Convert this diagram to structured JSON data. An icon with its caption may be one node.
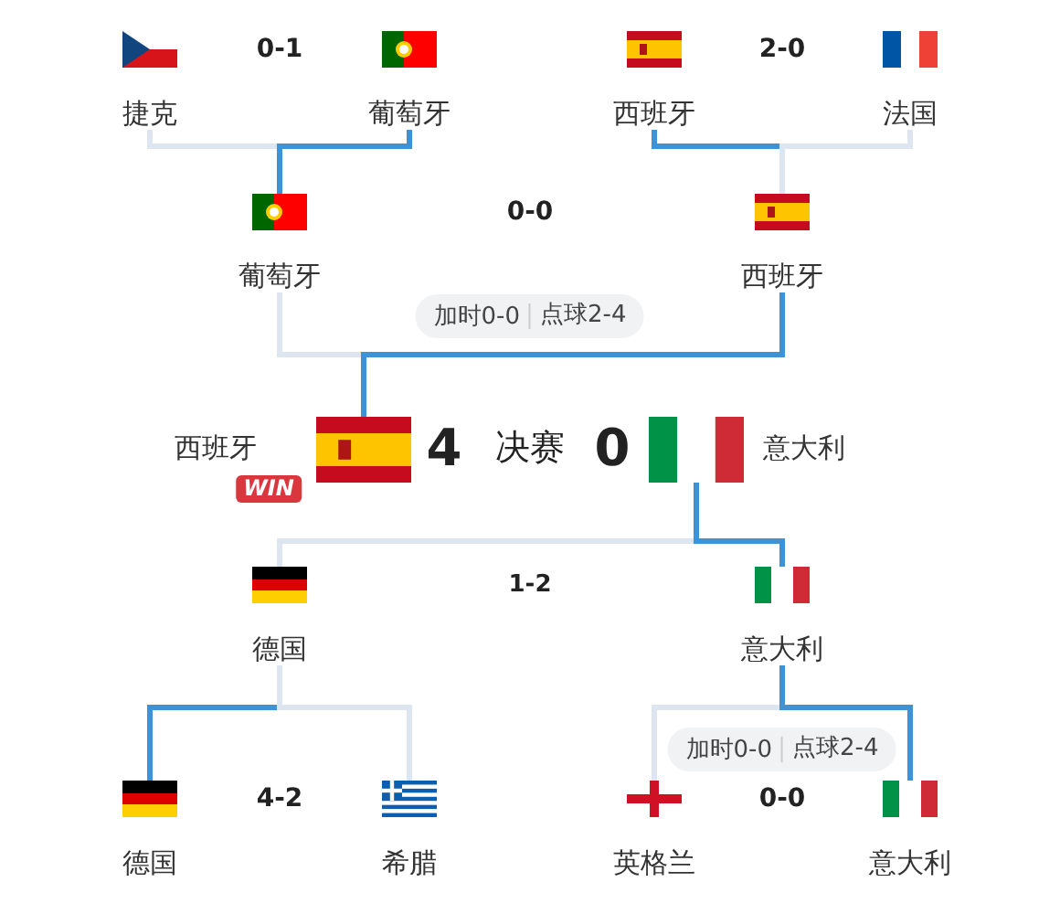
{
  "diagram": {
    "nodes": [
      {
        "text": [
          "捷克"
        ]
      },
      {
        "text": [
          "葡萄牙"
        ]
      },
      {
        "text": [
          "西班牙"
        ]
      },
      {
        "text": [
          "法国"
        ]
      },
      {
        "text": [
          "葡萄牙"
        ]
      },
      {
        "text": [
          "西班牙"
        ]
      },
      {
        "text": [
          "西班牙"
        ],
        "beside": [
          "WIN"
        ]
      },
      {
        "text": [
          "意大利"
        ]
      },
      {
        "text": [
          "德国"
        ]
      },
      {
        "text": [
          "意大利"
        ]
      },
      {
        "text": [
          "德国"
        ]
      },
      {
        "text": [
          "希腊"
        ]
      },
      {
        "text": [
          "英格兰"
        ]
      },
      {
        "text": [
          "意大利"
        ]
      }
    ],
    "edges": [
      {
        "from": 0,
        "to": 4,
        "arrow": "none",
        "color": "#dde6f0"
      },
      {
        "from": 1,
        "to": 4,
        "arrow": "none",
        "color": "#3d93d6"
      },
      {
        "from": 2,
        "to": 5,
        "arrow": "none",
        "color": "#3d93d6"
      },
      {
        "from": 3,
        "to": 5,
        "arrow": "none",
        "color": "#dde6f0"
      },
      {
        "from": 4,
        "to": 6,
        "arrow": "none",
        "color": "#dde6f0"
      },
      {
        "from": 5,
        "to": 6,
        "arrow": "none",
        "color": "#3d93d6"
      },
      {
        "from": 8,
        "to": 7,
        "arrow": "none",
        "color": "#dde6f0"
      },
      {
        "from": 9,
        "to": 7,
        "arrow": "none",
        "color": "#3d93d6"
      },
      {
        "from": 10,
        "to": 8,
        "arrow": "none",
        "color": "#3d93d6"
      },
      {
        "from": 11,
        "to": 8,
        "arrow": "none",
        "color": "#dde6f0"
      },
      {
        "from": 12,
        "to": 9,
        "arrow": "none",
        "color": "#dde6f0"
      },
      {
        "from": 13,
        "to": 9,
        "arrow": "none",
        "color": "#3d93d6"
      }
    ],
    "labels": [
      "0-1",
      "2-0",
      "0-0",
      "加时0-0",
      "点球2-4",
      "4",
      "决赛",
      "0",
      "1-2",
      "加时0-0",
      "点球2-4",
      "4-2",
      "0-0"
    ]
  }
}
